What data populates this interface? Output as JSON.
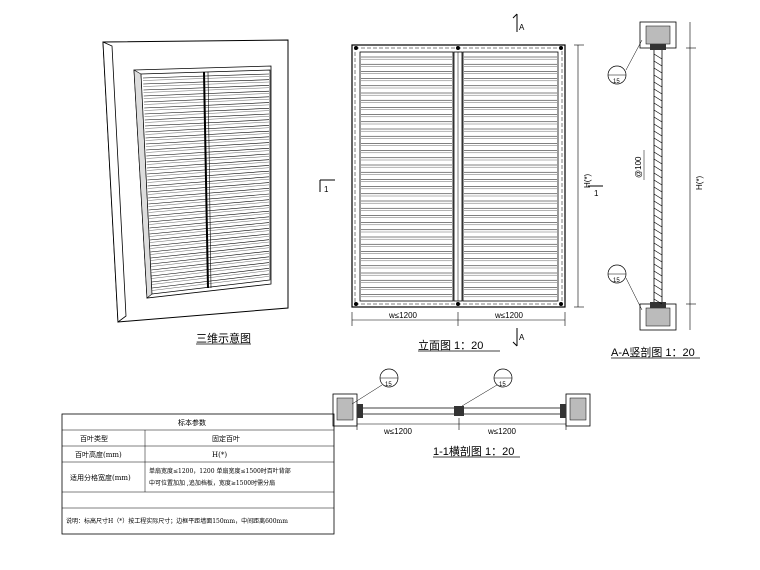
{
  "views": {
    "three_d": {
      "title": "三维示意图"
    },
    "elevation": {
      "title": "立面图 1：20",
      "section_mark": "A",
      "side_mark": "1",
      "width_left": "w≤1200",
      "width_right": "w≤1200",
      "height_label": "H(*)"
    },
    "vertical_section": {
      "title": "A-A竖剖图 1：20",
      "height_label": "H(*)",
      "spacing_label": "@100",
      "detail_callout": "15"
    },
    "horizontal_section": {
      "title": "1-1横剖图 1：20",
      "width_left": "w≤1200",
      "width_right": "w≤1200",
      "detail_callout": "15"
    }
  },
  "spec_table": {
    "title": "标本参数",
    "rows": [
      {
        "label": "百叶类型",
        "value": "固定百叶"
      },
      {
        "label": "百叶高度(mm)",
        "value": "H(*)"
      },
      {
        "label": "适用分格宽度(mm)",
        "value_line1": "单扇宽度≤1200，1200 单扇宽度≤1500时百叶背部",
        "value_line2": "中可位置加加 ,追加档板，宽度≥1500时需分扇"
      }
    ],
    "note": "说明：标高尺寸H（*）按工程实际尺寸；边框平距墙面150mm，中间距离600mm"
  }
}
